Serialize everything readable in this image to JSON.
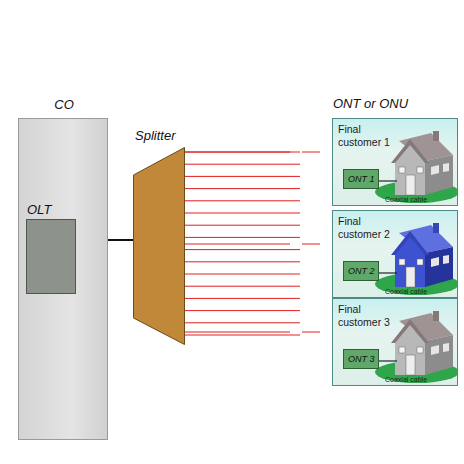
{
  "diagram": {
    "nodes": [
      {
        "text": [
          "CO"
        ]
      },
      {
        "text": [
          "OLT"
        ],
        "in": 0
      },
      {
        "text": [
          "Splitter"
        ]
      },
      {
        "text": [
          "Final customer 1",
          "Coaxial cable"
        ]
      },
      {
        "text": [
          "ONT 1"
        ],
        "in": 3
      },
      {
        "text": [
          "Final customer 2",
          "Coaxial cable"
        ]
      },
      {
        "text": [
          "ONT 2"
        ],
        "in": 5
      },
      {
        "text": [
          "Final customer 3",
          "Coaxial cable"
        ]
      },
      {
        "text": [
          "ONT 3"
        ],
        "in": 7
      }
    ],
    "edges": [
      {
        "from": 1,
        "to": 2,
        "arrow": "none"
      },
      {
        "from": 2,
        "to": 3,
        "arrow": "none"
      },
      {
        "from": 2,
        "to": 5,
        "arrow": "none"
      },
      {
        "from": 2,
        "to": 7,
        "arrow": "none"
      }
    ],
    "labels": [
      "ONT or ONU"
    ]
  }
}
